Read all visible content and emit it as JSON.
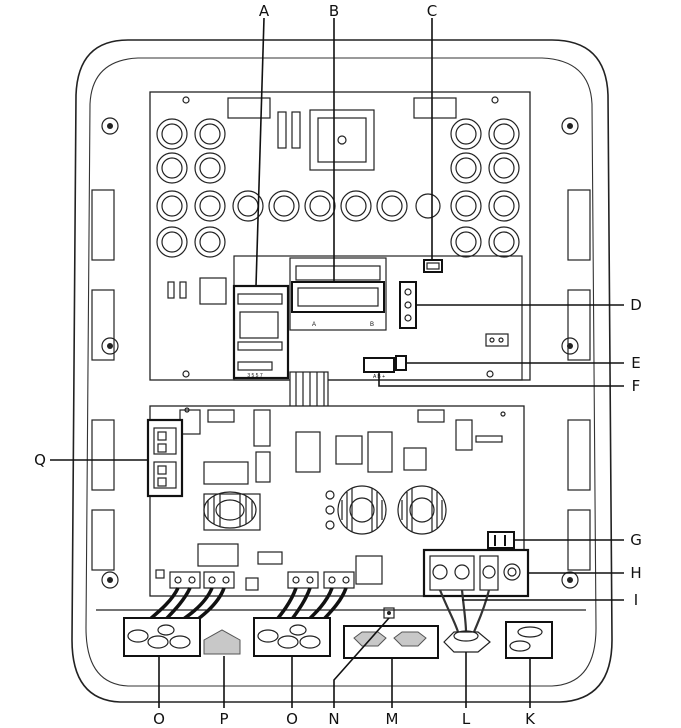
{
  "labels": {
    "A": "A",
    "B": "B",
    "C": "C",
    "D": "D",
    "E": "E",
    "F": "F",
    "G": "G",
    "H": "H",
    "I": "I",
    "K": "K",
    "L": "L",
    "M": "M",
    "N": "N",
    "O_left": "O",
    "O_right": "O",
    "P": "P",
    "Q": "Q"
  },
  "display_text": {
    "label_a": "A",
    "label_b": "B",
    "block_a_digits": "3 5 5 7",
    "block_f_text": "A B +"
  }
}
